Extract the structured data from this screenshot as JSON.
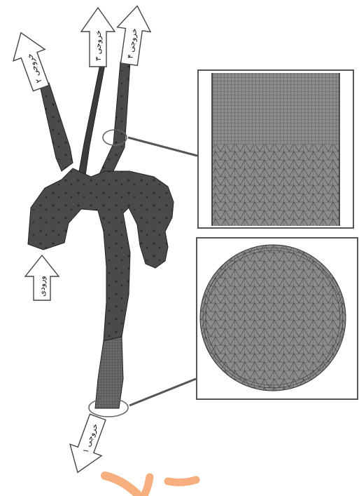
{
  "labels": {
    "outlet_2": "خروجی ۲",
    "outlet_3": "خروجی ۳",
    "outlet_4": "خروجی ۴",
    "inlet": "ورودی",
    "outlet_1": "خروجی ۱"
  },
  "colors": {
    "vessel": "#4a4a4a",
    "vessel_dark": "#2e2e2e",
    "mesh_fill": "#8c8c8c",
    "mesh_line": "#3a3a3a",
    "frame": "#555555",
    "watermark": "#f5a26a"
  },
  "icons": [
    "arrow-icon",
    "ellipse-marker"
  ]
}
